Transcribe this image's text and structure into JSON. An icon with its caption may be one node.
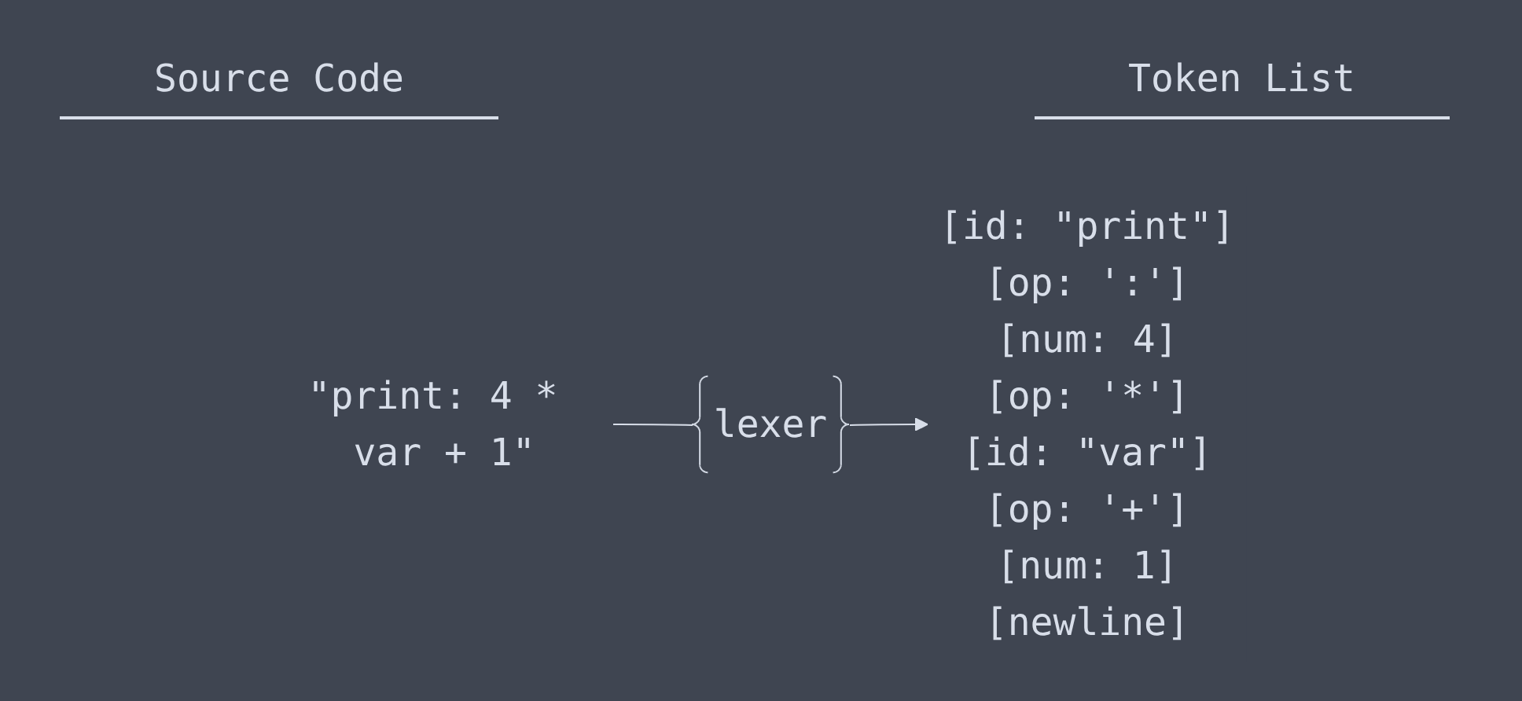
{
  "diagram": {
    "nodes": [
      {
        "text": [
          "\"print: 4 * var + 1\""
        ]
      },
      {
        "text": [
          "lexer"
        ]
      },
      {
        "text": [
          "[id: \"print\"]",
          "[op: ':']",
          "[num: 4]",
          "[op: '*']",
          "[id: \"var\"]",
          "[op: '+']",
          "[num: 1]",
          "[newline]"
        ]
      }
    ],
    "edges": [
      {
        "from": 0,
        "to": 1,
        "arrow": "none"
      },
      {
        "from": 1,
        "to": 2,
        "arrow": "to"
      }
    ],
    "labels": [
      "Source Code",
      "Token List"
    ]
  }
}
